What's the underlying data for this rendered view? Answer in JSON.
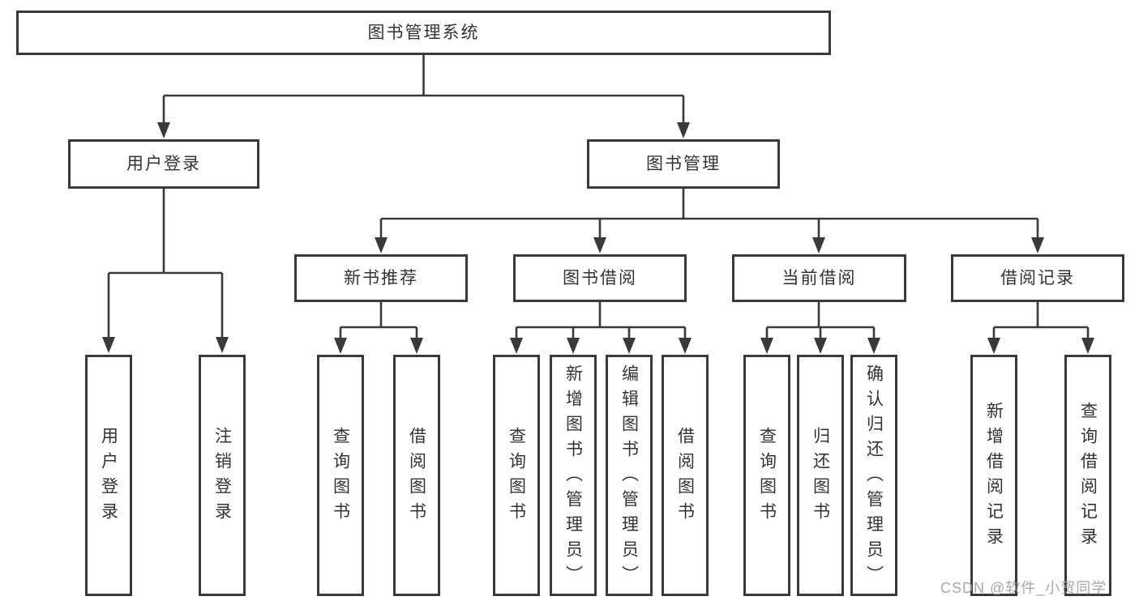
{
  "root": {
    "label": "图书管理系统",
    "children": [
      {
        "label": "用户登录",
        "children": [
          {
            "label": "用户登录"
          },
          {
            "label": "注销登录"
          }
        ]
      },
      {
        "label": "图书管理",
        "children": [
          {
            "label": "新书推荐",
            "children": [
              {
                "label": "查询图书"
              },
              {
                "label": "借阅图书"
              }
            ]
          },
          {
            "label": "图书借阅",
            "children": [
              {
                "label": "查询图书"
              },
              {
                "label": "新增图书（管理员）"
              },
              {
                "label": "编辑图书（管理员）"
              },
              {
                "label": "借阅图书"
              }
            ]
          },
          {
            "label": "当前借阅",
            "children": [
              {
                "label": "查询图书"
              },
              {
                "label": "归还图书"
              },
              {
                "label": "确认归还（管理员）"
              }
            ]
          },
          {
            "label": "借阅记录",
            "children": [
              {
                "label": "新增借阅记录"
              },
              {
                "label": "查询借阅记录"
              }
            ]
          }
        ]
      }
    ]
  },
  "watermark": "CSDN @软件_小贺同学",
  "colors": {
    "line": "#3a3a3a",
    "text": "#333333",
    "watermark": "#9c9c9c",
    "background": "#ffffff"
  }
}
